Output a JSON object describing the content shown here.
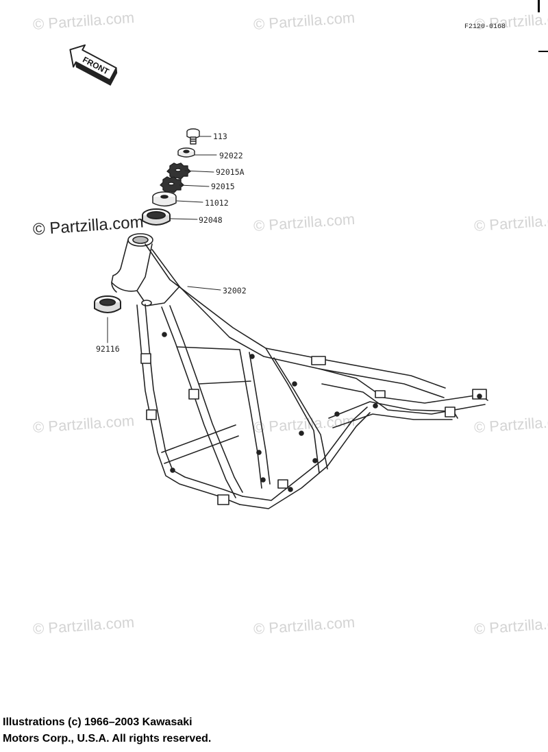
{
  "diagram_code": "F2120-0168",
  "front_label": "FRONT",
  "watermark": "© Partzilla.com",
  "parts": [
    {
      "number": "113"
    },
    {
      "number": "92022"
    },
    {
      "number": "92015A"
    },
    {
      "number": "92015"
    },
    {
      "number": "11012"
    },
    {
      "number": "92048"
    },
    {
      "number": "32002"
    },
    {
      "number": "92116"
    }
  ],
  "copyright_line1": "Illustrations (c) 1966–2003 Kawasaki",
  "copyright_line2": "Motors Corp., U.S.A.  All rights reserved."
}
